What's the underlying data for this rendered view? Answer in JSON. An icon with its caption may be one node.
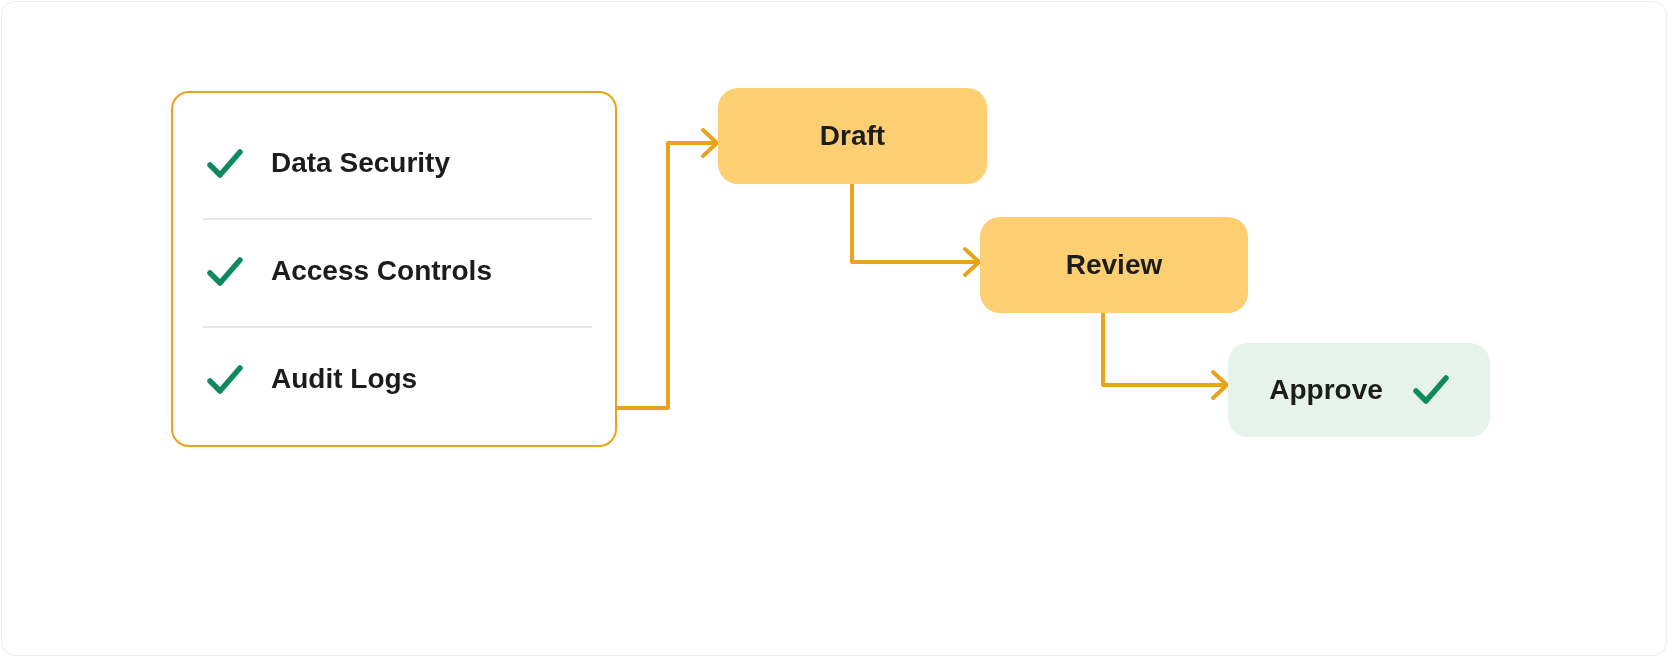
{
  "diagram": {
    "nodes": [
      {
        "text": [
          "Data Security",
          "Access Controls",
          "Audit Logs"
        ]
      },
      {
        "text": [
          "Draft"
        ]
      },
      {
        "text": [
          "Review"
        ]
      },
      {
        "text": [
          "Approve"
        ]
      }
    ],
    "edges": [
      {
        "from": 0,
        "to": 1,
        "arrow": "to"
      },
      {
        "from": 1,
        "to": 2,
        "arrow": "to"
      },
      {
        "from": 2,
        "to": 3,
        "arrow": "to"
      }
    ]
  }
}
